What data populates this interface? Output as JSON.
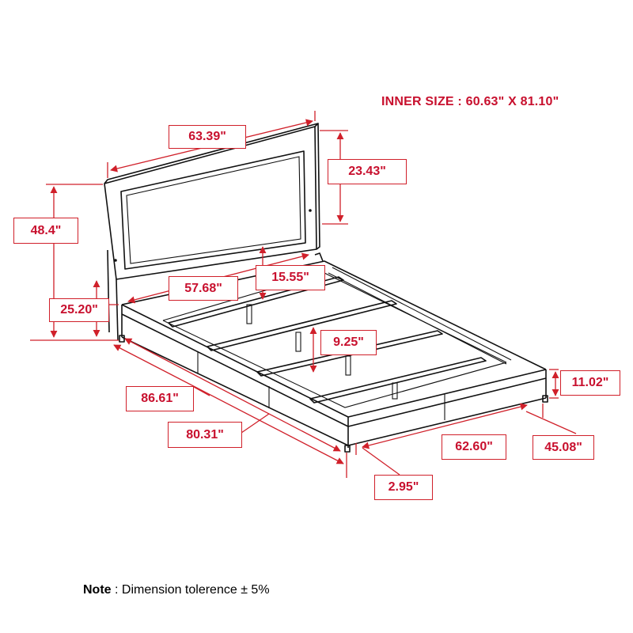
{
  "inner_size": "INNER SIZE : 60.63\" X 81.10\"",
  "dimensions": {
    "headboard_width": "63.39\"",
    "headboard_panel_height": "23.43\"",
    "overall_height": "48.4\"",
    "clearance_height": "25.20\"",
    "inner_headboard_width": "57.68\"",
    "headboard_to_rail": "15.55\"",
    "slat_to_floor": "9.25\"",
    "rail_height": "11.02\"",
    "overall_length": "86.61\"",
    "side_rail_length": "80.31\"",
    "footboard_width": "62.60\"",
    "side_depth": "45.08\"",
    "leg_height": "2.95\""
  },
  "note": {
    "label": "Note",
    "text": " : Dimension tolerence ± 5%"
  }
}
